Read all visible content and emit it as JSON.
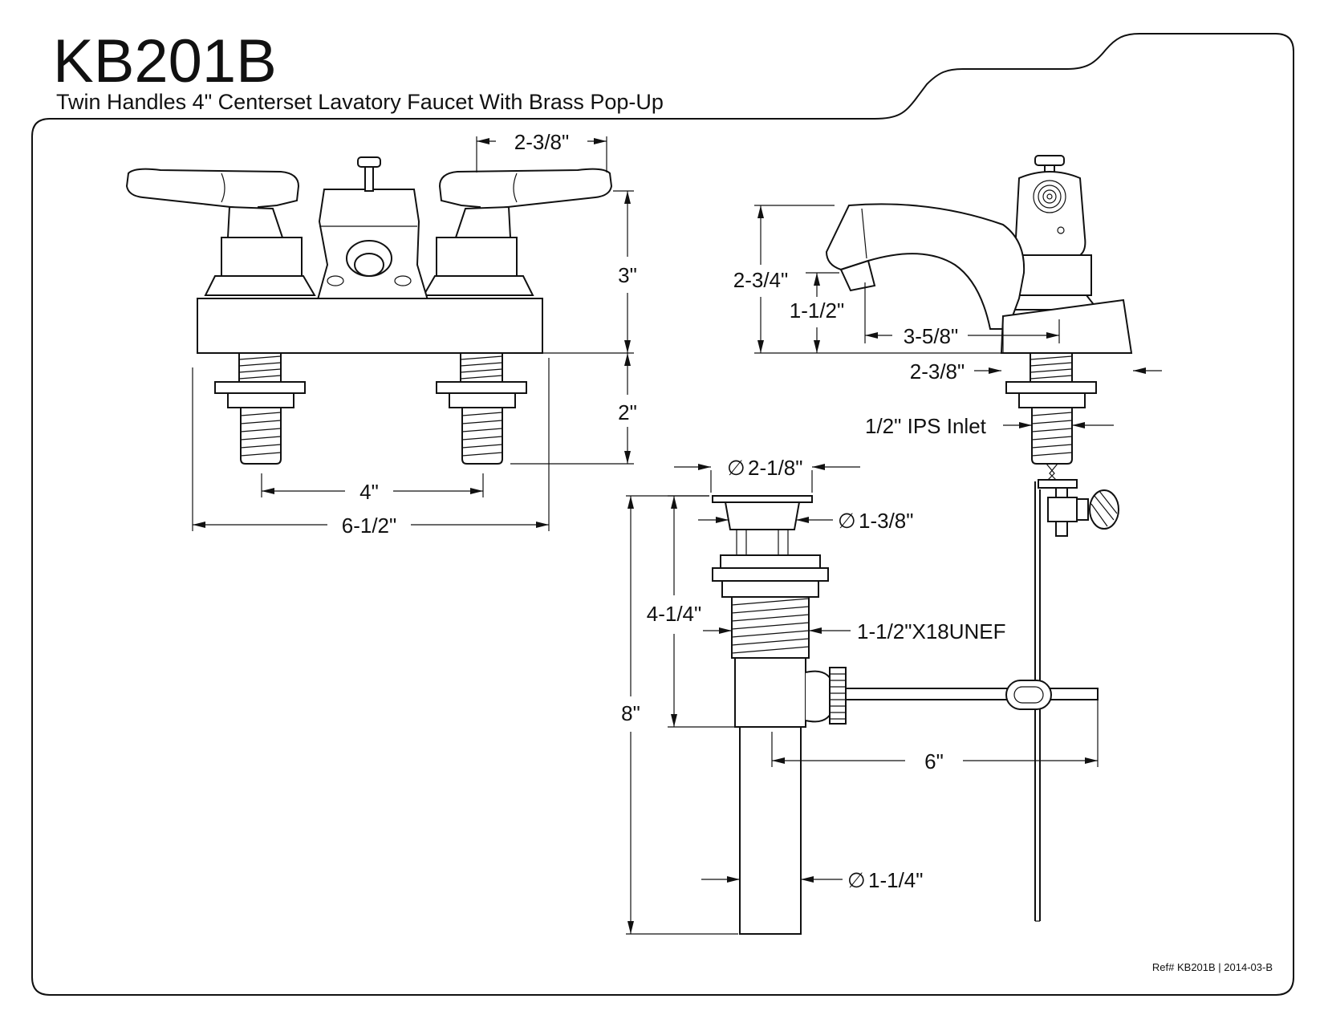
{
  "header": {
    "model": "KB201B",
    "subtitle": "Twin Handles 4\" Centerset Lavatory Faucet With Brass Pop-Up"
  },
  "dimensions": {
    "handle_spacing": "2-3/8\"",
    "front_height": "3\"",
    "shank_length": "2\"",
    "center_spread": "4\"",
    "overall_width": "6-1/2\"",
    "spout_height": "2-3/4\"",
    "aerator_height": "1-1/2\"",
    "spout_reach": "3-5/8\"",
    "base_depth": "2-3/8\"",
    "inlet": "1/2\" IPS Inlet",
    "flange_dia": "2-1/8\"",
    "stopper_dia": "1-3/8\"",
    "body_length": "4-1/4\"",
    "thread": "1-1/2\"X18UNEF",
    "drain_length": "8\"",
    "lift_rod_length": "6\"",
    "tailpiece_dia": "1-1/4\""
  },
  "symbols": {
    "diameter": "∅"
  },
  "footer": {
    "ref": "Ref# KB201B | 2014-03-B"
  }
}
